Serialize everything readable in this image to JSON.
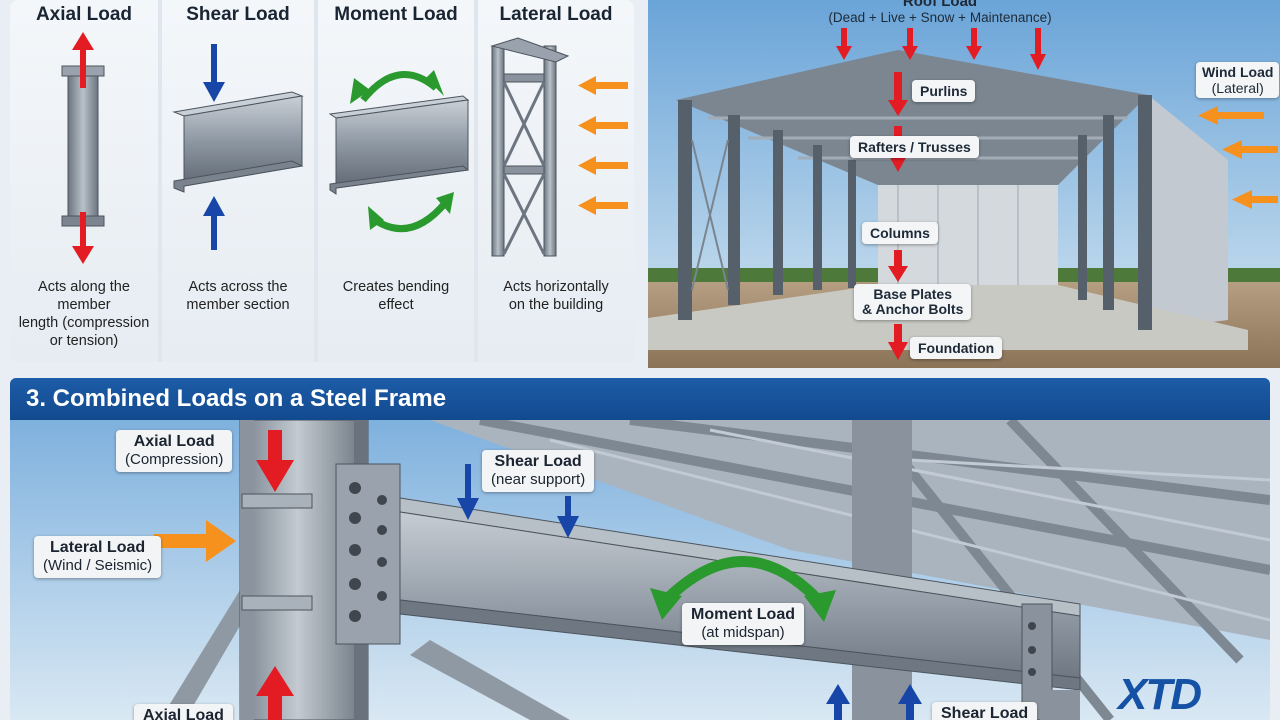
{
  "load_types": [
    {
      "title": "Axial Load",
      "desc1": "Acts along the member",
      "desc2": "length (compression",
      "desc3": "or tension)"
    },
    {
      "title": "Shear Load",
      "desc1": "Acts across the",
      "desc2": "member section",
      "desc3": ""
    },
    {
      "title": "Moment Load",
      "desc1": "Creates bending",
      "desc2": "effect",
      "desc3": ""
    },
    {
      "title": "Lateral Load",
      "desc1": "Acts horizontally",
      "desc2": "on the building",
      "desc3": ""
    }
  ],
  "load_path": {
    "roof_load_title": "Roof Load",
    "roof_load_detail": "(Dead + Live + Snow + Maintenance)",
    "wind_load_title": "Wind Load",
    "wind_load_detail": "(Lateral)",
    "steps": [
      "Purlins",
      "Rafters / Trusses",
      "Columns",
      "Base Plates",
      "& Anchor Bolts",
      "Foundation"
    ]
  },
  "section": {
    "title": "3. Combined Loads on a Steel Frame"
  },
  "combined": {
    "axial_top_title": "Axial Load",
    "axial_top_detail": "(Compression)",
    "lateral_title": "Lateral Load",
    "lateral_detail": "(Wind / Seismic)",
    "shear_top_title": "Shear Load",
    "shear_top_detail": "(near support)",
    "moment_title": "Moment Load",
    "moment_detail": "(at midspan)",
    "axial_bottom_title": "Axial Load",
    "shear_bottom_title": "Shear Load"
  },
  "brand": {
    "logo_text": "XTD"
  },
  "colors": {
    "red": "#e31b23",
    "blue": "#1746a8",
    "green": "#2a9a2f",
    "orange": "#f7911e",
    "brand_blue": "#1552a5"
  }
}
